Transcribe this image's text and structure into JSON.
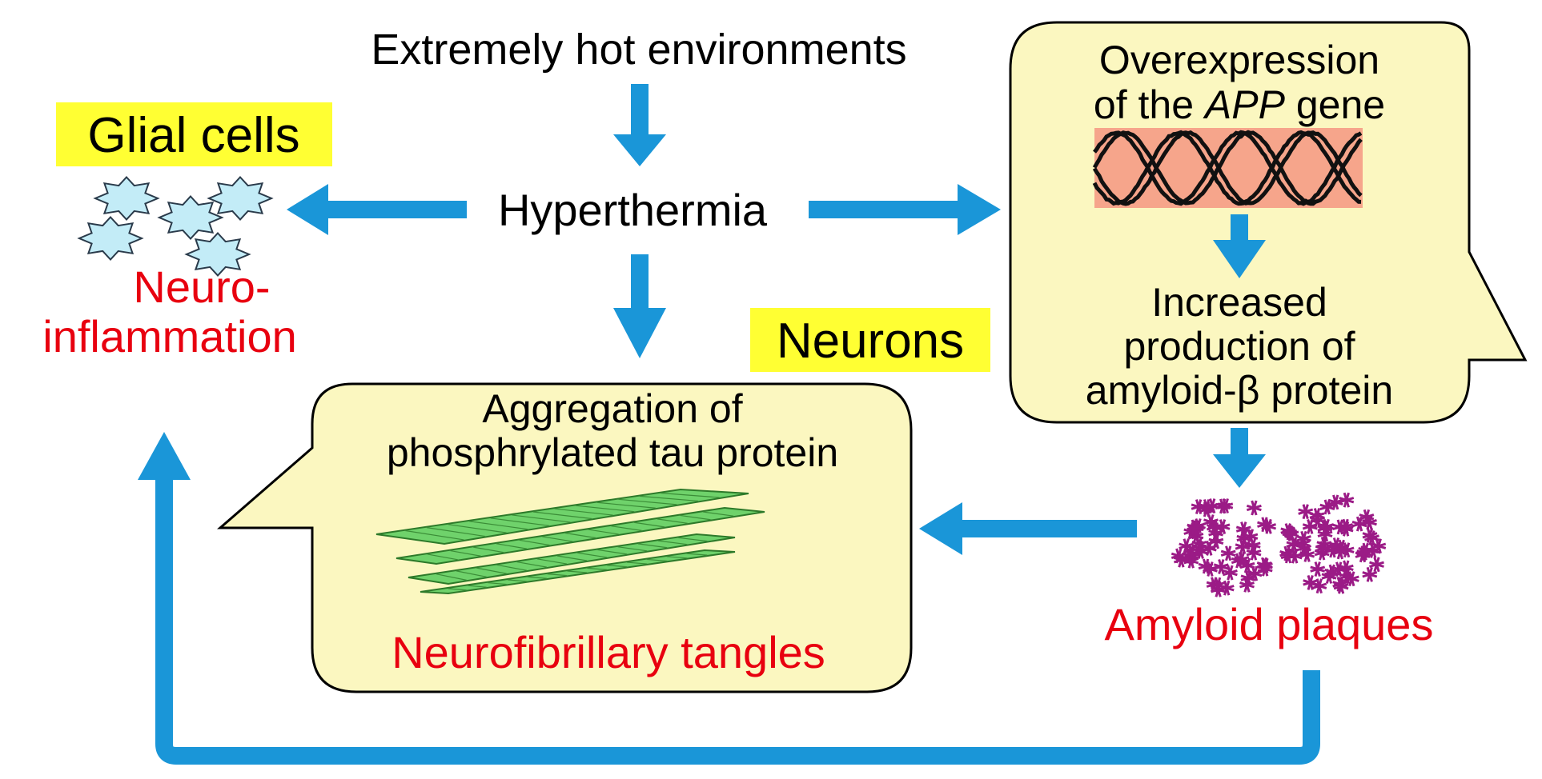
{
  "top_label": "Extremely hot environments",
  "center_label": "Hyperthermia",
  "glial": {
    "tag": "Glial cells",
    "outcome_line1": "Neuro-",
    "outcome_line2": "inflammation"
  },
  "neurons": {
    "tag": "Neurons"
  },
  "app_box": {
    "line1": "Overexpression",
    "line2_prefix": "of the ",
    "line2_gene": "APP",
    "line2_suffix": " gene",
    "line3": "Increased",
    "line4": "production of",
    "line5": "amyloid-β protein"
  },
  "tau_box": {
    "line1": "Aggregation of",
    "line2": "phosphrylated tau protein",
    "outcome": "Neurofibrillary tangles"
  },
  "plaques": {
    "label": "Amyloid plaques"
  },
  "colors": {
    "arrow": "#1a96d8",
    "callout_fill": "#fbf7c0",
    "highlight": "#ffff33",
    "red_text": "#e8000f",
    "dna_band": "#f6a58b",
    "tangle_fill": "#6fd26b",
    "plaque": "#9b1b86",
    "glia_fill": "#c3ecf7"
  }
}
